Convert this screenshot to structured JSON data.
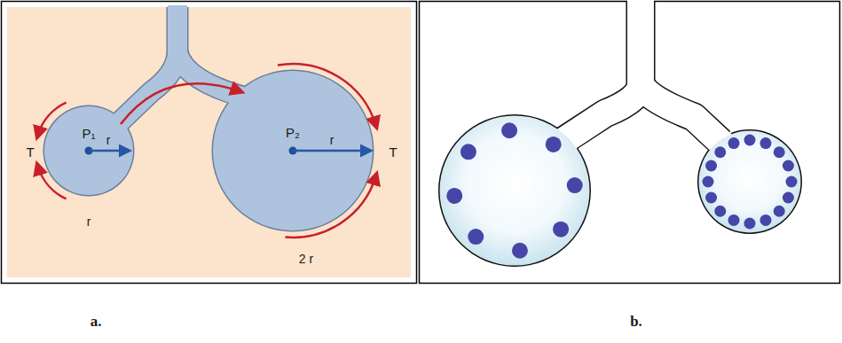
{
  "diagram": {
    "labels": [
      "T",
      "P₁",
      "r",
      "r",
      "P₂",
      "r",
      "T",
      "2 r",
      "a.",
      "b."
    ]
  }
}
